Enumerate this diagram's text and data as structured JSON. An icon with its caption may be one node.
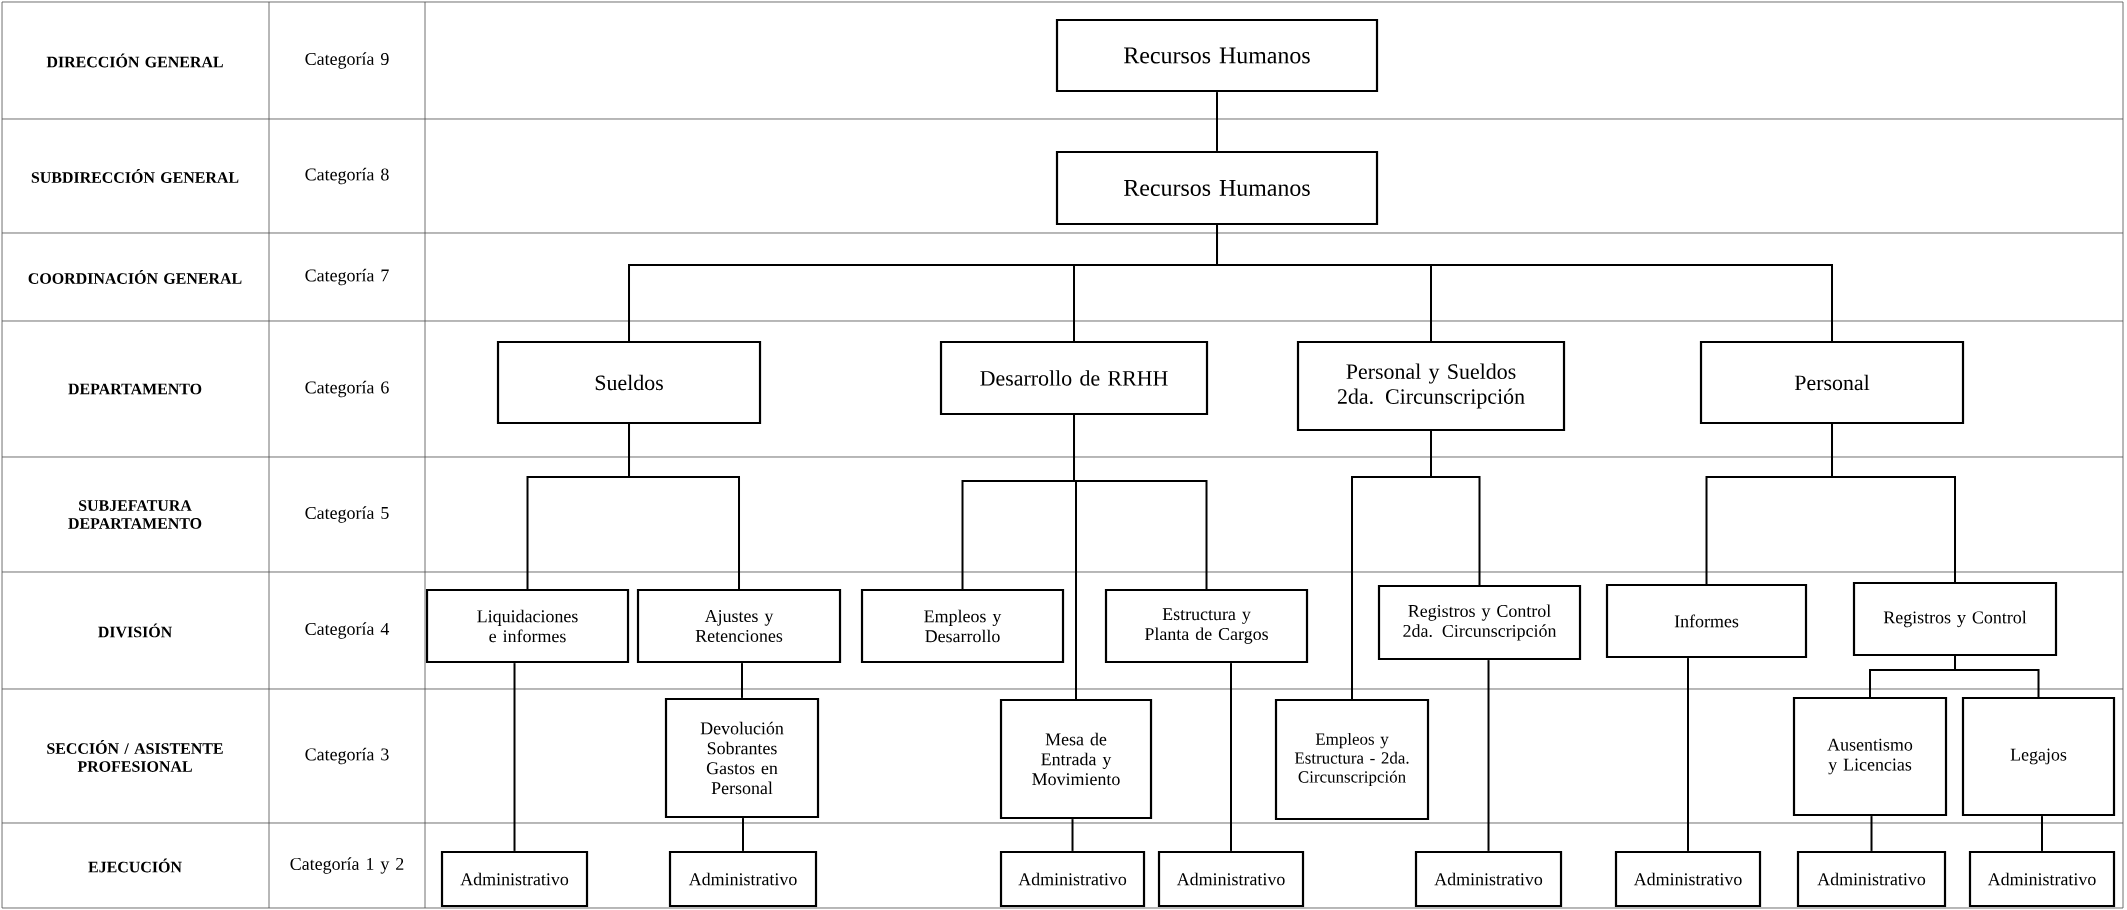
{
  "diagram": {
    "nodes": [
      {
        "text": [
          "Recursos Humanos"
        ]
      },
      {
        "text": [
          "Recursos Humanos"
        ]
      },
      {
        "text": [
          "Sueldos"
        ]
      },
      {
        "text": [
          "Desarrollo de RRHH"
        ]
      },
      {
        "text": [
          "Personal y Sueldos 2da. Circunscripción"
        ]
      },
      {
        "text": [
          "Personal"
        ]
      },
      {
        "text": [
          "Liquidaciones e informes"
        ]
      },
      {
        "text": [
          "Ajustes y Retenciones"
        ]
      },
      {
        "text": [
          "Empleos y Desarrollo"
        ]
      },
      {
        "text": [
          "Estructura y Planta de Cargos"
        ]
      },
      {
        "text": [
          "Registros y Control 2da. Circunscripción"
        ]
      },
      {
        "text": [
          "Informes"
        ]
      },
      {
        "text": [
          "Registros y Control"
        ]
      },
      {
        "text": [
          "Devolución Sobrantes Gastos en Personal"
        ]
      },
      {
        "text": [
          "Mesa de Entrada y Movimiento"
        ]
      },
      {
        "text": [
          "Empleos y Estructura - 2da. Circunscripción"
        ]
      },
      {
        "text": [
          "Ausentismo y Licencias"
        ]
      },
      {
        "text": [
          "Legajos"
        ]
      },
      {
        "text": [
          "Administrativo"
        ]
      },
      {
        "text": [
          "Administrativo"
        ]
      },
      {
        "text": [
          "Administrativo"
        ]
      },
      {
        "text": [
          "Administrativo"
        ]
      },
      {
        "text": [
          "Administrativo"
        ]
      },
      {
        "text": [
          "Administrativo"
        ]
      },
      {
        "text": [
          "Administrativo"
        ]
      },
      {
        "text": [
          "Administrativo"
        ]
      }
    ],
    "edges": [
      {
        "from": 0,
        "to": 1,
        "arrow": "none"
      },
      {
        "from": 1,
        "to": 2,
        "arrow": "none"
      },
      {
        "from": 1,
        "to": 3,
        "arrow": "none"
      },
      {
        "from": 1,
        "to": 4,
        "arrow": "none"
      },
      {
        "from": 1,
        "to": 5,
        "arrow": "none"
      },
      {
        "from": 2,
        "to": 6,
        "arrow": "none"
      },
      {
        "from": 2,
        "to": 7,
        "arrow": "none"
      },
      {
        "from": 3,
        "to": 8,
        "arrow": "none"
      },
      {
        "from": 3,
        "to": 9,
        "arrow": "none"
      },
      {
        "from": 3,
        "to": 14,
        "arrow": "none"
      },
      {
        "from": 4,
        "to": 15,
        "arrow": "none"
      },
      {
        "from": 4,
        "to": 10,
        "arrow": "none"
      },
      {
        "from": 5,
        "to": 11,
        "arrow": "none"
      },
      {
        "from": 5,
        "to": 12,
        "arrow": "none"
      },
      {
        "from": 12,
        "to": 16,
        "arrow": "none"
      },
      {
        "from": 12,
        "to": 17,
        "arrow": "none"
      },
      {
        "from": 6,
        "to": 18,
        "arrow": "none"
      },
      {
        "from": 7,
        "to": 13,
        "arrow": "none"
      },
      {
        "from": 13,
        "to": 19,
        "arrow": "none"
      },
      {
        "from": 14,
        "to": 20,
        "arrow": "none"
      },
      {
        "from": 9,
        "to": 21,
        "arrow": "none"
      },
      {
        "from": 10,
        "to": 22,
        "arrow": "none"
      },
      {
        "from": 11,
        "to": 23,
        "arrow": "none"
      },
      {
        "from": 16,
        "to": 24,
        "arrow": "none"
      },
      {
        "from": 17,
        "to": 25,
        "arrow": "none"
      }
    ],
    "labels": [
      "DIRECCIÓN GENERAL",
      "Categoría 9",
      "SUBDIRECCIÓN GENERAL",
      "Categoría 8",
      "COORDINACIÓN GENERAL",
      "Categoría 7",
      "DEPARTAMENTO",
      "Categoría 6",
      "SUBJEFATURA DEPARTAMENTO",
      "Categoría 5",
      "DIVISIÓN",
      "Categoría 4",
      "SECCIÓN / ASISTENTE PROFESIONAL",
      "Categoría 3",
      "EJECUCIÓN",
      "Categoría 1 y 2"
    ]
  }
}
